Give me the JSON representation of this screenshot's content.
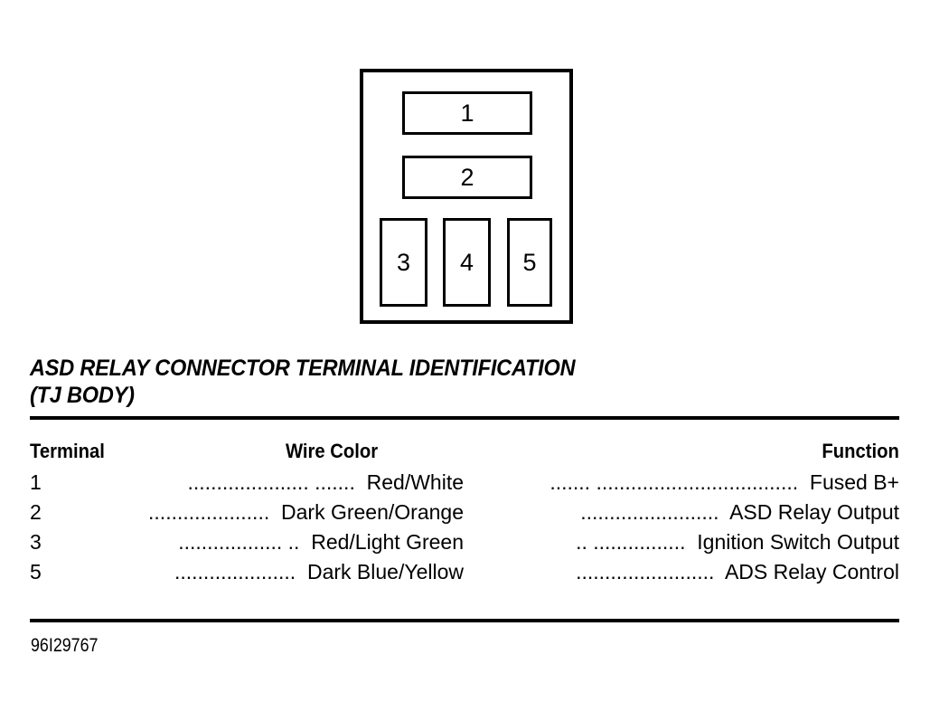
{
  "diagram": {
    "name": "asd-relay-connector",
    "pins": [
      {
        "id": "pin-1",
        "label": "1"
      },
      {
        "id": "pin-2",
        "label": "2"
      },
      {
        "id": "pin-3",
        "label": "3"
      },
      {
        "id": "pin-4",
        "label": "4"
      },
      {
        "id": "pin-5",
        "label": "5"
      }
    ]
  },
  "title": {
    "line1": "ASD RELAY CONNECTOR TERMINAL IDENTIFICATION",
    "line2": "(TJ BODY)"
  },
  "table": {
    "headers": {
      "terminal": "Terminal",
      "wire_color": "Wire Color",
      "function": "Function"
    },
    "rows": [
      {
        "terminal": "1",
        "leader_left": "..................... .......",
        "wire_color": "Red/White",
        "leader_right": "....... ...................................",
        "function": "Fused B+"
      },
      {
        "terminal": "2",
        "leader_left": ".....................",
        "wire_color": "Dark Green/Orange",
        "leader_right": "........................",
        "function": "ASD Relay Output"
      },
      {
        "terminal": "3",
        "leader_left": ".................. ..",
        "wire_color": "Red/Light Green",
        "leader_right": ".. ................",
        "function": "Ignition Switch Output"
      },
      {
        "terminal": "5",
        "leader_left": ".....................",
        "wire_color": "Dark Blue/Yellow",
        "leader_right": "........................",
        "function": "ADS Relay Control"
      }
    ]
  },
  "footer": {
    "code": "96I29767"
  },
  "colors": {
    "ink": "#000000",
    "paper": "#ffffff"
  }
}
